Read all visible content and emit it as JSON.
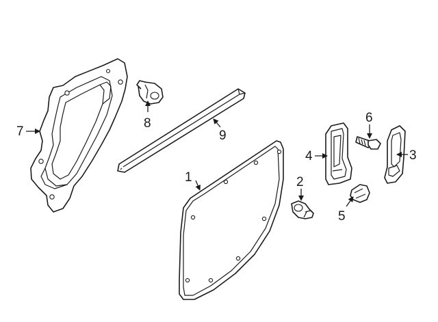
{
  "diagram": {
    "callouts": [
      {
        "id": "1",
        "label": "1"
      },
      {
        "id": "2",
        "label": "2"
      },
      {
        "id": "3",
        "label": "3"
      },
      {
        "id": "4",
        "label": "4"
      },
      {
        "id": "5",
        "label": "5"
      },
      {
        "id": "6",
        "label": "6"
      },
      {
        "id": "7",
        "label": "7"
      },
      {
        "id": "8",
        "label": "8"
      },
      {
        "id": "9",
        "label": "9"
      }
    ],
    "line_color": "#1a1a1a",
    "background": "#ffffff"
  }
}
